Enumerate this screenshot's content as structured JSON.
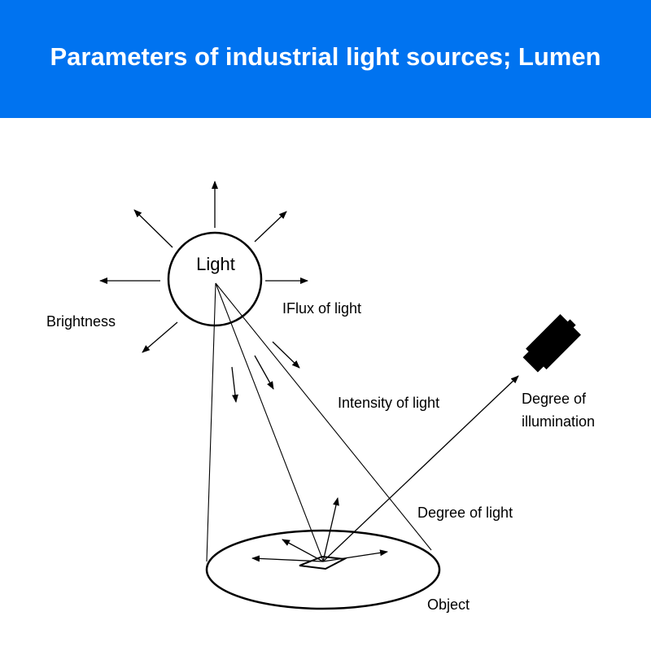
{
  "header": {
    "title": "Parameters of industrial light sources; Lumen",
    "color": "#0073f0"
  },
  "diagram": {
    "light_label": "Light",
    "brightness": "Brightness",
    "flux": "IFlux of light",
    "intensity": "Intensity of light",
    "illumination_line1": "Degree of",
    "illumination_line2": "illumination",
    "degree_of_light": "Degree of light",
    "object": "Object"
  }
}
